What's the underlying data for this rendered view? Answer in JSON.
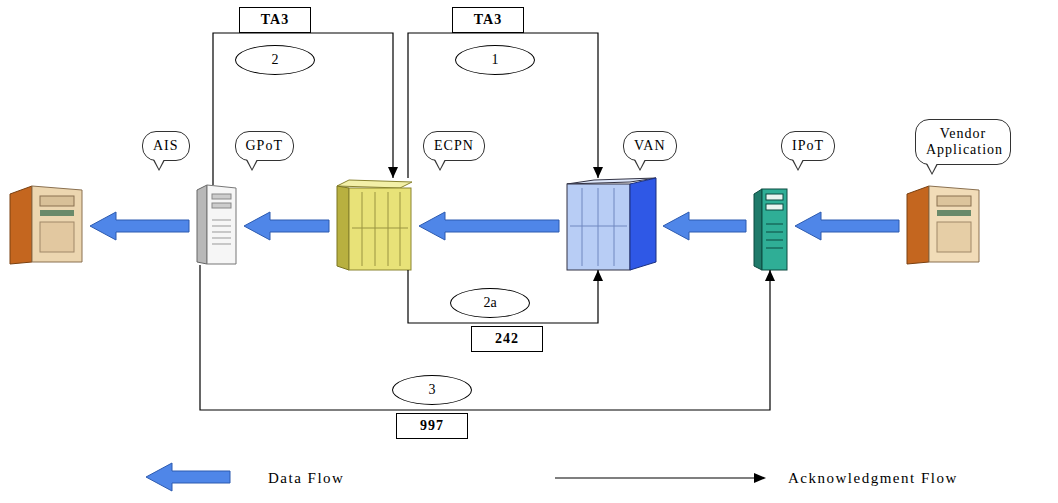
{
  "diagram": {
    "nodes": [
      {
        "text": [
          "AIS"
        ]
      },
      {
        "text": [
          "GPoT"
        ]
      },
      {
        "text": [
          "ECPN"
        ]
      },
      {
        "text": [
          "VAN"
        ]
      },
      {
        "text": [
          "IPoT"
        ]
      },
      {
        "text": [
          "Vendor Application"
        ]
      }
    ],
    "edges": [
      {
        "from": 5,
        "to": 4,
        "arrow": "to"
      },
      {
        "from": 4,
        "to": 3,
        "arrow": "to"
      },
      {
        "from": 3,
        "to": 2,
        "arrow": "to"
      },
      {
        "from": 2,
        "to": 1,
        "arrow": "to"
      },
      {
        "from": 1,
        "to": 0,
        "arrow": "to"
      },
      {
        "from": 2,
        "to": 3,
        "label": "TA3",
        "arrow": "to"
      },
      {
        "from": 1,
        "to": 2,
        "label": "TA3",
        "arrow": "to"
      },
      {
        "from": 2,
        "to": 3,
        "label": "242",
        "arrow": "to"
      },
      {
        "from": 1,
        "to": 4,
        "label": "997",
        "arrow": "to"
      }
    ],
    "labels": [
      "1",
      "2",
      "2a",
      "3"
    ],
    "legend": [
      {
        "text": "Data Flow"
      },
      {
        "text": "Acknowledgment Flow"
      }
    ]
  }
}
